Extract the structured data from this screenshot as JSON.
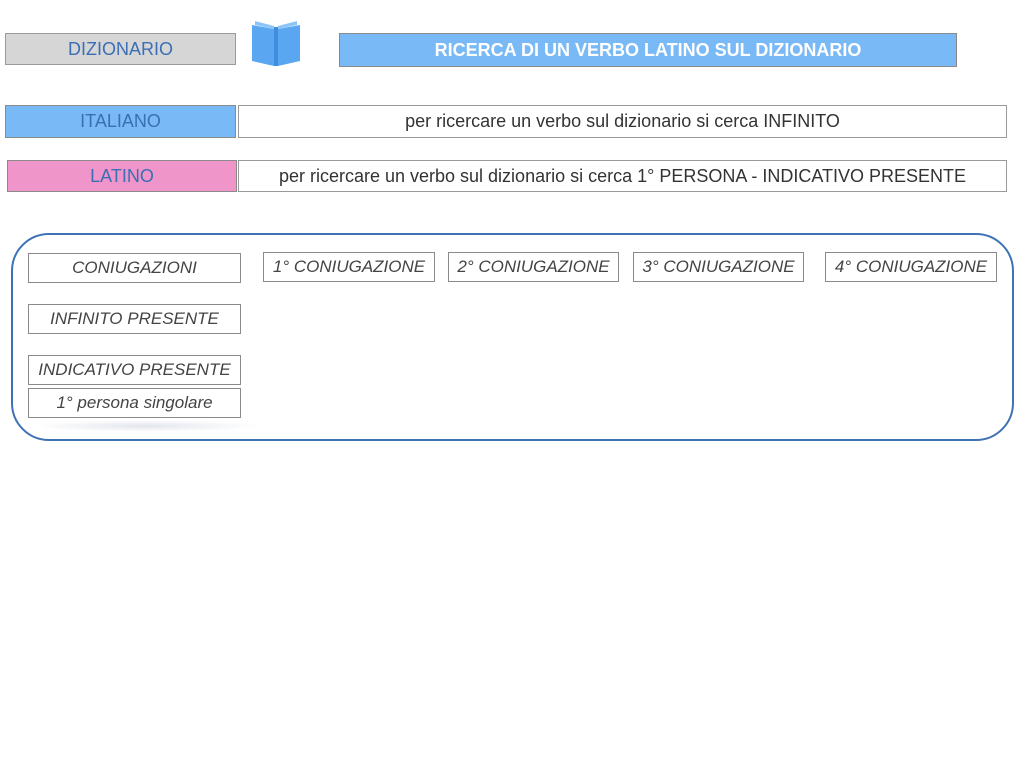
{
  "header": {
    "dizionario_label": "DIZIONARIO",
    "title": "RICERCA DI UN VERBO LATINO SUL DIZIONARIO",
    "icon": "book-icon"
  },
  "rows": {
    "italiano": {
      "label": "ITALIANO",
      "description": "per ricercare un verbo sul dizionario si cerca INFINITO"
    },
    "latino": {
      "label": "LATINO",
      "description": "per ricercare un verbo sul dizionario si cerca 1° PERSONA - INDICATIVO PRESENTE"
    }
  },
  "table": {
    "row_labels": [
      "CONIUGAZIONI",
      "INFINITO PRESENTE",
      "INDICATIVO PRESENTE",
      "1° persona singolare"
    ],
    "columns": [
      "1° CONIUGAZIONE",
      "2° CONIUGAZIONE",
      "3° CONIUGAZIONE",
      "4° CONIUGAZIONE"
    ]
  },
  "colors": {
    "blue_accent": "#79b9f6",
    "pink_accent": "#ef95c9",
    "grey_box": "#d6d6d6",
    "panel_border": "#3f72b4",
    "label_text": "#3a6fb5"
  }
}
